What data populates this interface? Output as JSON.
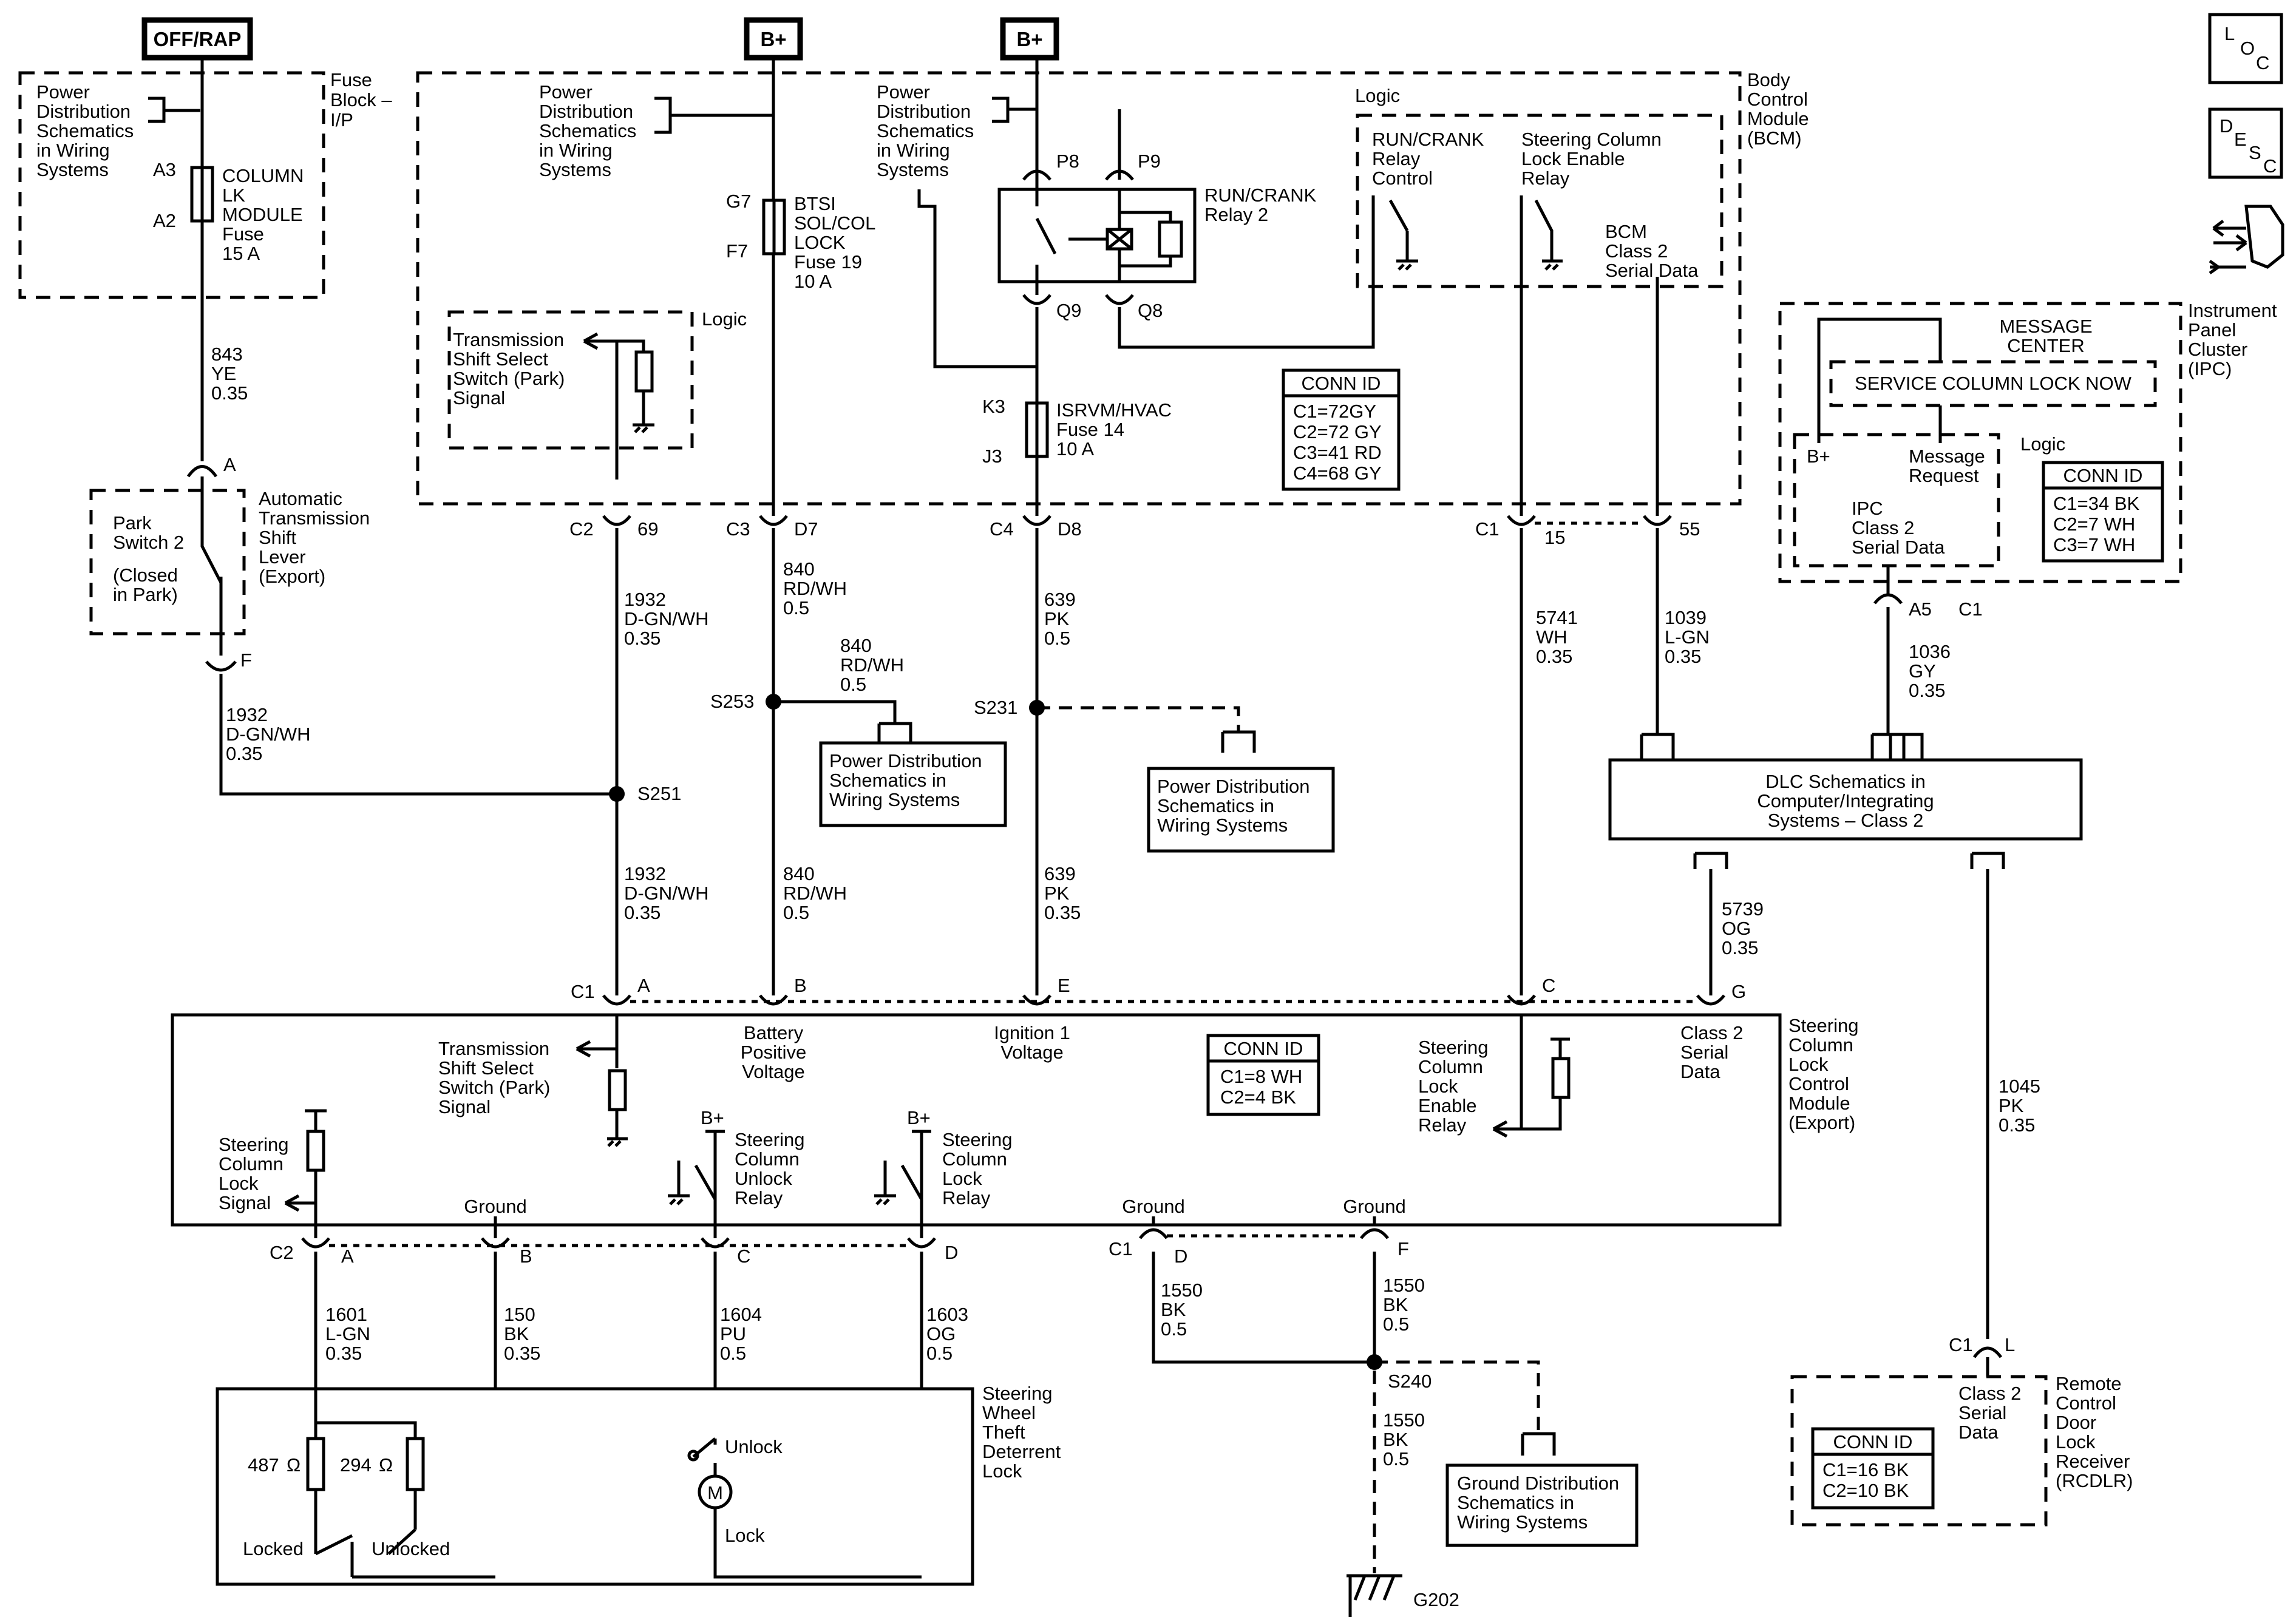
{
  "sources": {
    "off_rap": "OFF/RAP",
    "bplus1": "B+",
    "bplus2": "B+"
  },
  "icons": {
    "loc": [
      "L",
      "O",
      "C"
    ],
    "desc": [
      "D",
      "E",
      "S",
      "C"
    ]
  },
  "fuse_block": {
    "title": [
      "Fuse",
      "Block –",
      "I/P"
    ],
    "pd_note": [
      "Power",
      "Distribution",
      "Schematics",
      "in Wiring",
      "Systems"
    ],
    "pin_a3": "A3",
    "pin_a2": "A2",
    "fuse": [
      "COLUMN",
      "LK",
      "MODULE",
      "Fuse",
      "15 A"
    ]
  },
  "bcm": {
    "title": [
      "Body",
      "Control",
      "Module",
      "(BCM)"
    ],
    "pd_note1": [
      "Power",
      "Distribution",
      "Schematics",
      "in Wiring",
      "Systems"
    ],
    "pd_note2": [
      "Power",
      "Distribution",
      "Schematics",
      "in Wiring",
      "Systems"
    ],
    "logic": "Logic",
    "logic2": "Logic",
    "run_crank_control": [
      "RUN/CRANK",
      "Relay",
      "Control"
    ],
    "scl_enable_relay": [
      "Steering Column",
      "Lock Enable",
      "Relay"
    ],
    "bcm_serial": [
      "BCM",
      "Class 2",
      "Serial Data"
    ],
    "relay2": [
      "RUN/CRANK",
      "Relay 2"
    ],
    "p8": "P8",
    "p9": "P9",
    "q9": "Q9",
    "q8": "Q8",
    "btsi_fuse": [
      "BTSI",
      "SOL/COL",
      "LOCK",
      "Fuse 19",
      "10 A"
    ],
    "g7": "G7",
    "f7": "F7",
    "isrvm_fuse": [
      "ISRVM/HVAC",
      "Fuse 14",
      "10 A"
    ],
    "k3": "K3",
    "j3": "J3",
    "tss": [
      "Transmission",
      "Shift Select",
      "Switch (Park)",
      "Signal"
    ],
    "conn_id": {
      "title": "CONN ID",
      "rows": [
        "C1=72GY",
        "C2=72 GY",
        "C3=41 RD",
        "C4=68 GY"
      ]
    }
  },
  "bcm_pins": {
    "c2": "C2",
    "p69": "69",
    "c3": "C3",
    "d7": "D7",
    "c4": "C4",
    "d8": "D8",
    "c1": "C1",
    "p15": "15",
    "p55": "55"
  },
  "park_switch": {
    "label": [
      "Park",
      "Switch 2",
      "(Closed",
      "in Park)"
    ],
    "title": [
      "Automatic",
      "Transmission",
      "Shift",
      "Lever",
      "(Export)"
    ],
    "pin_a": "A",
    "pin_f": "F"
  },
  "wires": {
    "w843": [
      "843",
      "YE",
      "0.35"
    ],
    "w1932a": [
      "1932",
      "D-GN/WH",
      "0.35"
    ],
    "w1932b": [
      "1932",
      "D-GN/WH",
      "0.35"
    ],
    "w1932c": [
      "1932",
      "D-GN/WH",
      "0.35"
    ],
    "w840a": [
      "840",
      "RD/WH",
      "0.5"
    ],
    "w840b": [
      "840",
      "RD/WH",
      "0.5"
    ],
    "w840c": [
      "840",
      "RD/WH",
      "0.5"
    ],
    "w639a": [
      "639",
      "PK",
      "0.5"
    ],
    "w639b": [
      "639",
      "PK",
      "0.35"
    ],
    "w5741": [
      "5741",
      "WH",
      "0.35"
    ],
    "w1039": [
      "1039",
      "L-GN",
      "0.35"
    ],
    "w1036": [
      "1036",
      "GY",
      "0.35"
    ],
    "w5739": [
      "5739",
      "OG",
      "0.35"
    ],
    "w1045": [
      "1045",
      "PK",
      "0.35"
    ],
    "w1601": [
      "1601",
      "L-GN",
      "0.35"
    ],
    "w150": [
      "150",
      "BK",
      "0.35"
    ],
    "w1604": [
      "1604",
      "PU",
      "0.5"
    ],
    "w1603": [
      "1603",
      "OG",
      "0.5"
    ],
    "w1550a": [
      "1550",
      "BK",
      "0.5"
    ],
    "w1550b": [
      "1550",
      "BK",
      "0.5"
    ],
    "w1550c": [
      "1550",
      "BK",
      "0.5"
    ]
  },
  "splices": {
    "s253": "S253",
    "s231": "S231",
    "s251": "S251",
    "s240": "S240"
  },
  "pd_boxes": {
    "pd1": [
      "Power Distribution",
      "Schematics in",
      "Wiring Systems"
    ],
    "pd2": [
      "Power Distribution",
      "Schematics in",
      "Wiring Systems"
    ],
    "gd": [
      "Ground Distribution",
      "Schematics in",
      "Wiring Systems"
    ]
  },
  "dlc": {
    "label": [
      "DLC Schematics in",
      "Computer/Integrating",
      "Systems – Class 2"
    ]
  },
  "ipc": {
    "title": [
      "Instrument",
      "Panel",
      "Cluster",
      "(IPC)"
    ],
    "message_center": [
      "MESSAGE",
      "CENTER"
    ],
    "service_msg": "SERVICE COLUMN LOCK NOW",
    "logic": "Logic",
    "bplus": "B+",
    "msg_request": [
      "Message",
      "Request"
    ],
    "serial": [
      "IPC",
      "Class 2",
      "Serial Data"
    ],
    "conn_id": {
      "title": "CONN ID",
      "rows": [
        "C1=34 BK",
        "C2=7 WH",
        "C3=7 WH"
      ]
    },
    "c1": "C1",
    "a5": "A5"
  },
  "sclcm": {
    "title": [
      "Steering",
      "Column",
      "Lock",
      "Control",
      "Module",
      "(Export)"
    ],
    "c1": "C1",
    "pa": "A",
    "pb": "B",
    "pe": "E",
    "pc": "C",
    "pg": "G",
    "tss": [
      "Transmission",
      "Shift Select",
      "Switch (Park)",
      "Signal"
    ],
    "batt": [
      "Battery",
      "Positive",
      "Voltage"
    ],
    "ign": [
      "Ignition 1",
      "Voltage"
    ],
    "conn_id": {
      "title": "CONN ID",
      "rows": [
        "C1=8 WH",
        "C2=4 BK"
      ]
    },
    "enable_relay": [
      "Steering",
      "Column",
      "Lock",
      "Enable",
      "Relay"
    ],
    "class2": [
      "Class 2",
      "Serial",
      "Data"
    ],
    "lock_signal": [
      "Steering",
      "Column",
      "Lock",
      "Signal"
    ],
    "ground1": "Ground",
    "unlock_relay": [
      "Steering",
      "Column",
      "Unlock",
      "Relay"
    ],
    "lock_relay": [
      "Steering",
      "Column",
      "Lock",
      "Relay"
    ],
    "bplus_a": "B+",
    "bplus_b": "B+",
    "ground2": "Ground",
    "ground3": "Ground",
    "c2": "C2",
    "c2a": "A",
    "c2b": "B",
    "c2c": "C",
    "c2d": "D",
    "c1b": "C1",
    "c1d": "D",
    "c1f": "F"
  },
  "theft": {
    "title": [
      "Steering",
      "Wheel",
      "Theft",
      "Deterrent",
      "Lock"
    ],
    "r487": "487",
    "r294": "294",
    "locked": "Locked",
    "unlocked": "Unlocked",
    "unlock": "Unlock",
    "lock": "Lock",
    "motor": "M"
  },
  "rcdlr": {
    "title": [
      "Remote",
      "Control",
      "Door",
      "Lock",
      "Receiver",
      "(RCDLR)"
    ],
    "class2": [
      "Class 2",
      "Serial",
      "Data"
    ],
    "conn_id": {
      "title": "CONN ID",
      "rows": [
        "C1=16 BK",
        "C2=10 BK"
      ]
    },
    "c1": "C1",
    "l": "L"
  },
  "ground_g202": "G202"
}
